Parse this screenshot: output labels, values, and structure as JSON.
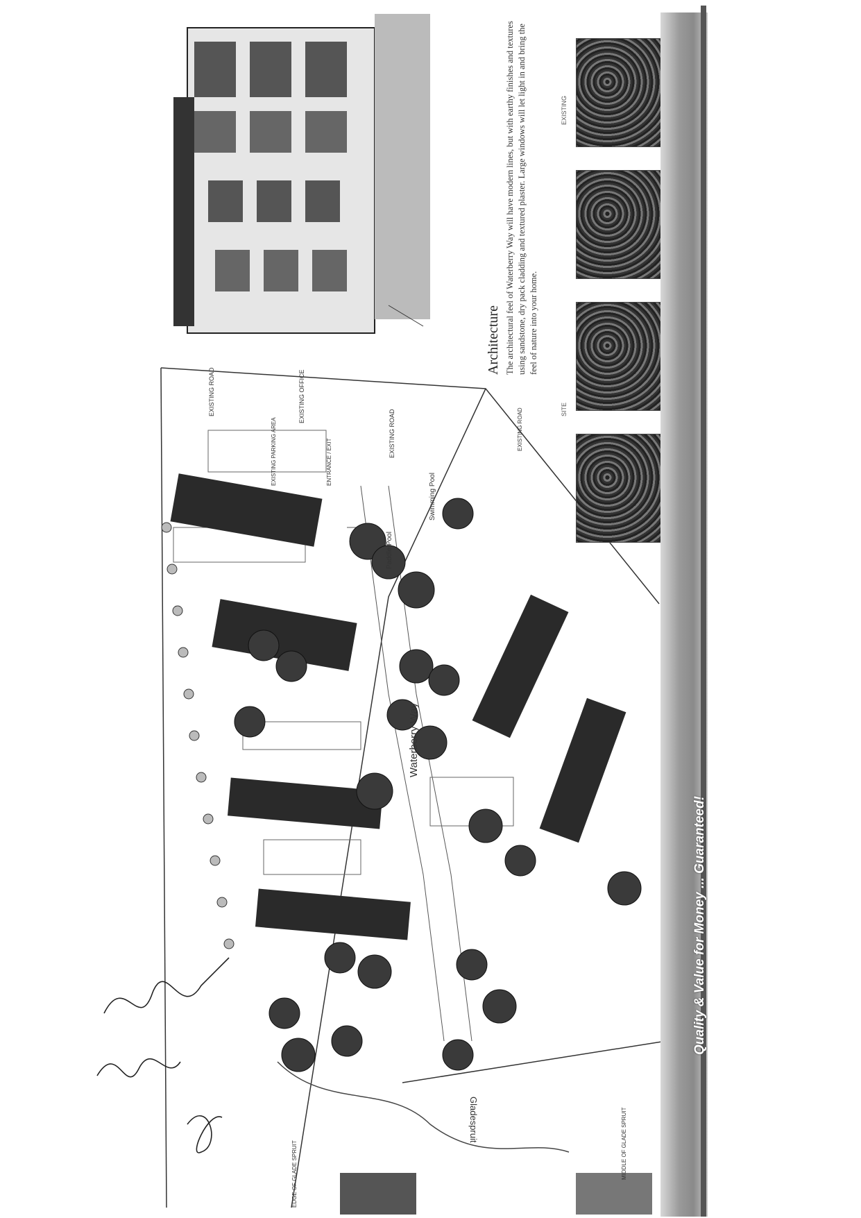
{
  "architecture": {
    "heading": "Architecture",
    "body": "The architectural feel of Waterberry Way will have modern lines, but with earthy finishes and textures using sandstone, dry pack cladding and textured plaster. Large windows will let light in and bring the feel of nature into your home."
  },
  "banner": {
    "slogan": "Quality & Value for Money ... Guaranteed!"
  },
  "plan_labels": {
    "street_name": "Waterberry Way",
    "river_name": "Gladespruit",
    "existing_road_1": "EXISTING ROAD",
    "existing_road_2": "EXISTING ROAD",
    "existing_road_3": "EXISTING ROAD",
    "existing_office": "EXISTING OFFICE",
    "existing_parking": "EXISTING PARKING AREA",
    "entrance_exit": "ENTRANCE / EXIT",
    "paddle_pool": "Paddle Pool",
    "swimming_pool": "Swimming Pool",
    "centre_spruit": "MIDDLE OF GLADE SPRUIT",
    "edge_spruit": "EDGE OF GLADE SPRUIT",
    "photo_label_1": "EXISTING",
    "photo_label_2": "SITE"
  },
  "colors": {
    "banner": "#8a8a8a",
    "ink": "#222222",
    "paper": "#ffffff"
  }
}
